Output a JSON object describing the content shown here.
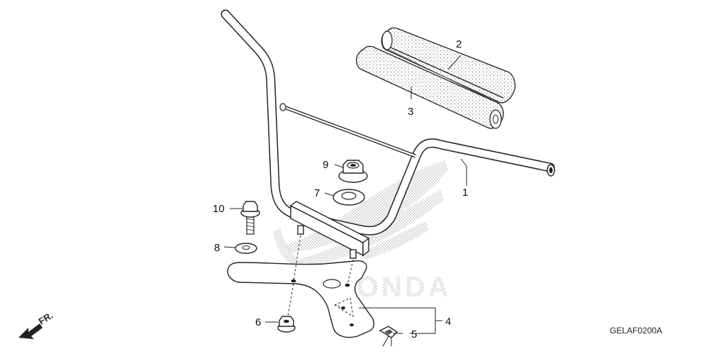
{
  "diagram": {
    "callouts": [
      {
        "id": "c1",
        "number": "1"
      },
      {
        "id": "c2",
        "number": "2"
      },
      {
        "id": "c3",
        "number": "3"
      },
      {
        "id": "c4",
        "number": "4"
      },
      {
        "id": "c5",
        "number": "5"
      },
      {
        "id": "c6",
        "number": "6"
      },
      {
        "id": "c7",
        "number": "7"
      },
      {
        "id": "c8",
        "number": "8"
      },
      {
        "id": "c9",
        "number": "9"
      },
      {
        "id": "c10",
        "number": "10"
      }
    ],
    "front_indicator": "FR.",
    "watermark_text": "HONDA",
    "diagram_code": "GELAF0200A"
  }
}
